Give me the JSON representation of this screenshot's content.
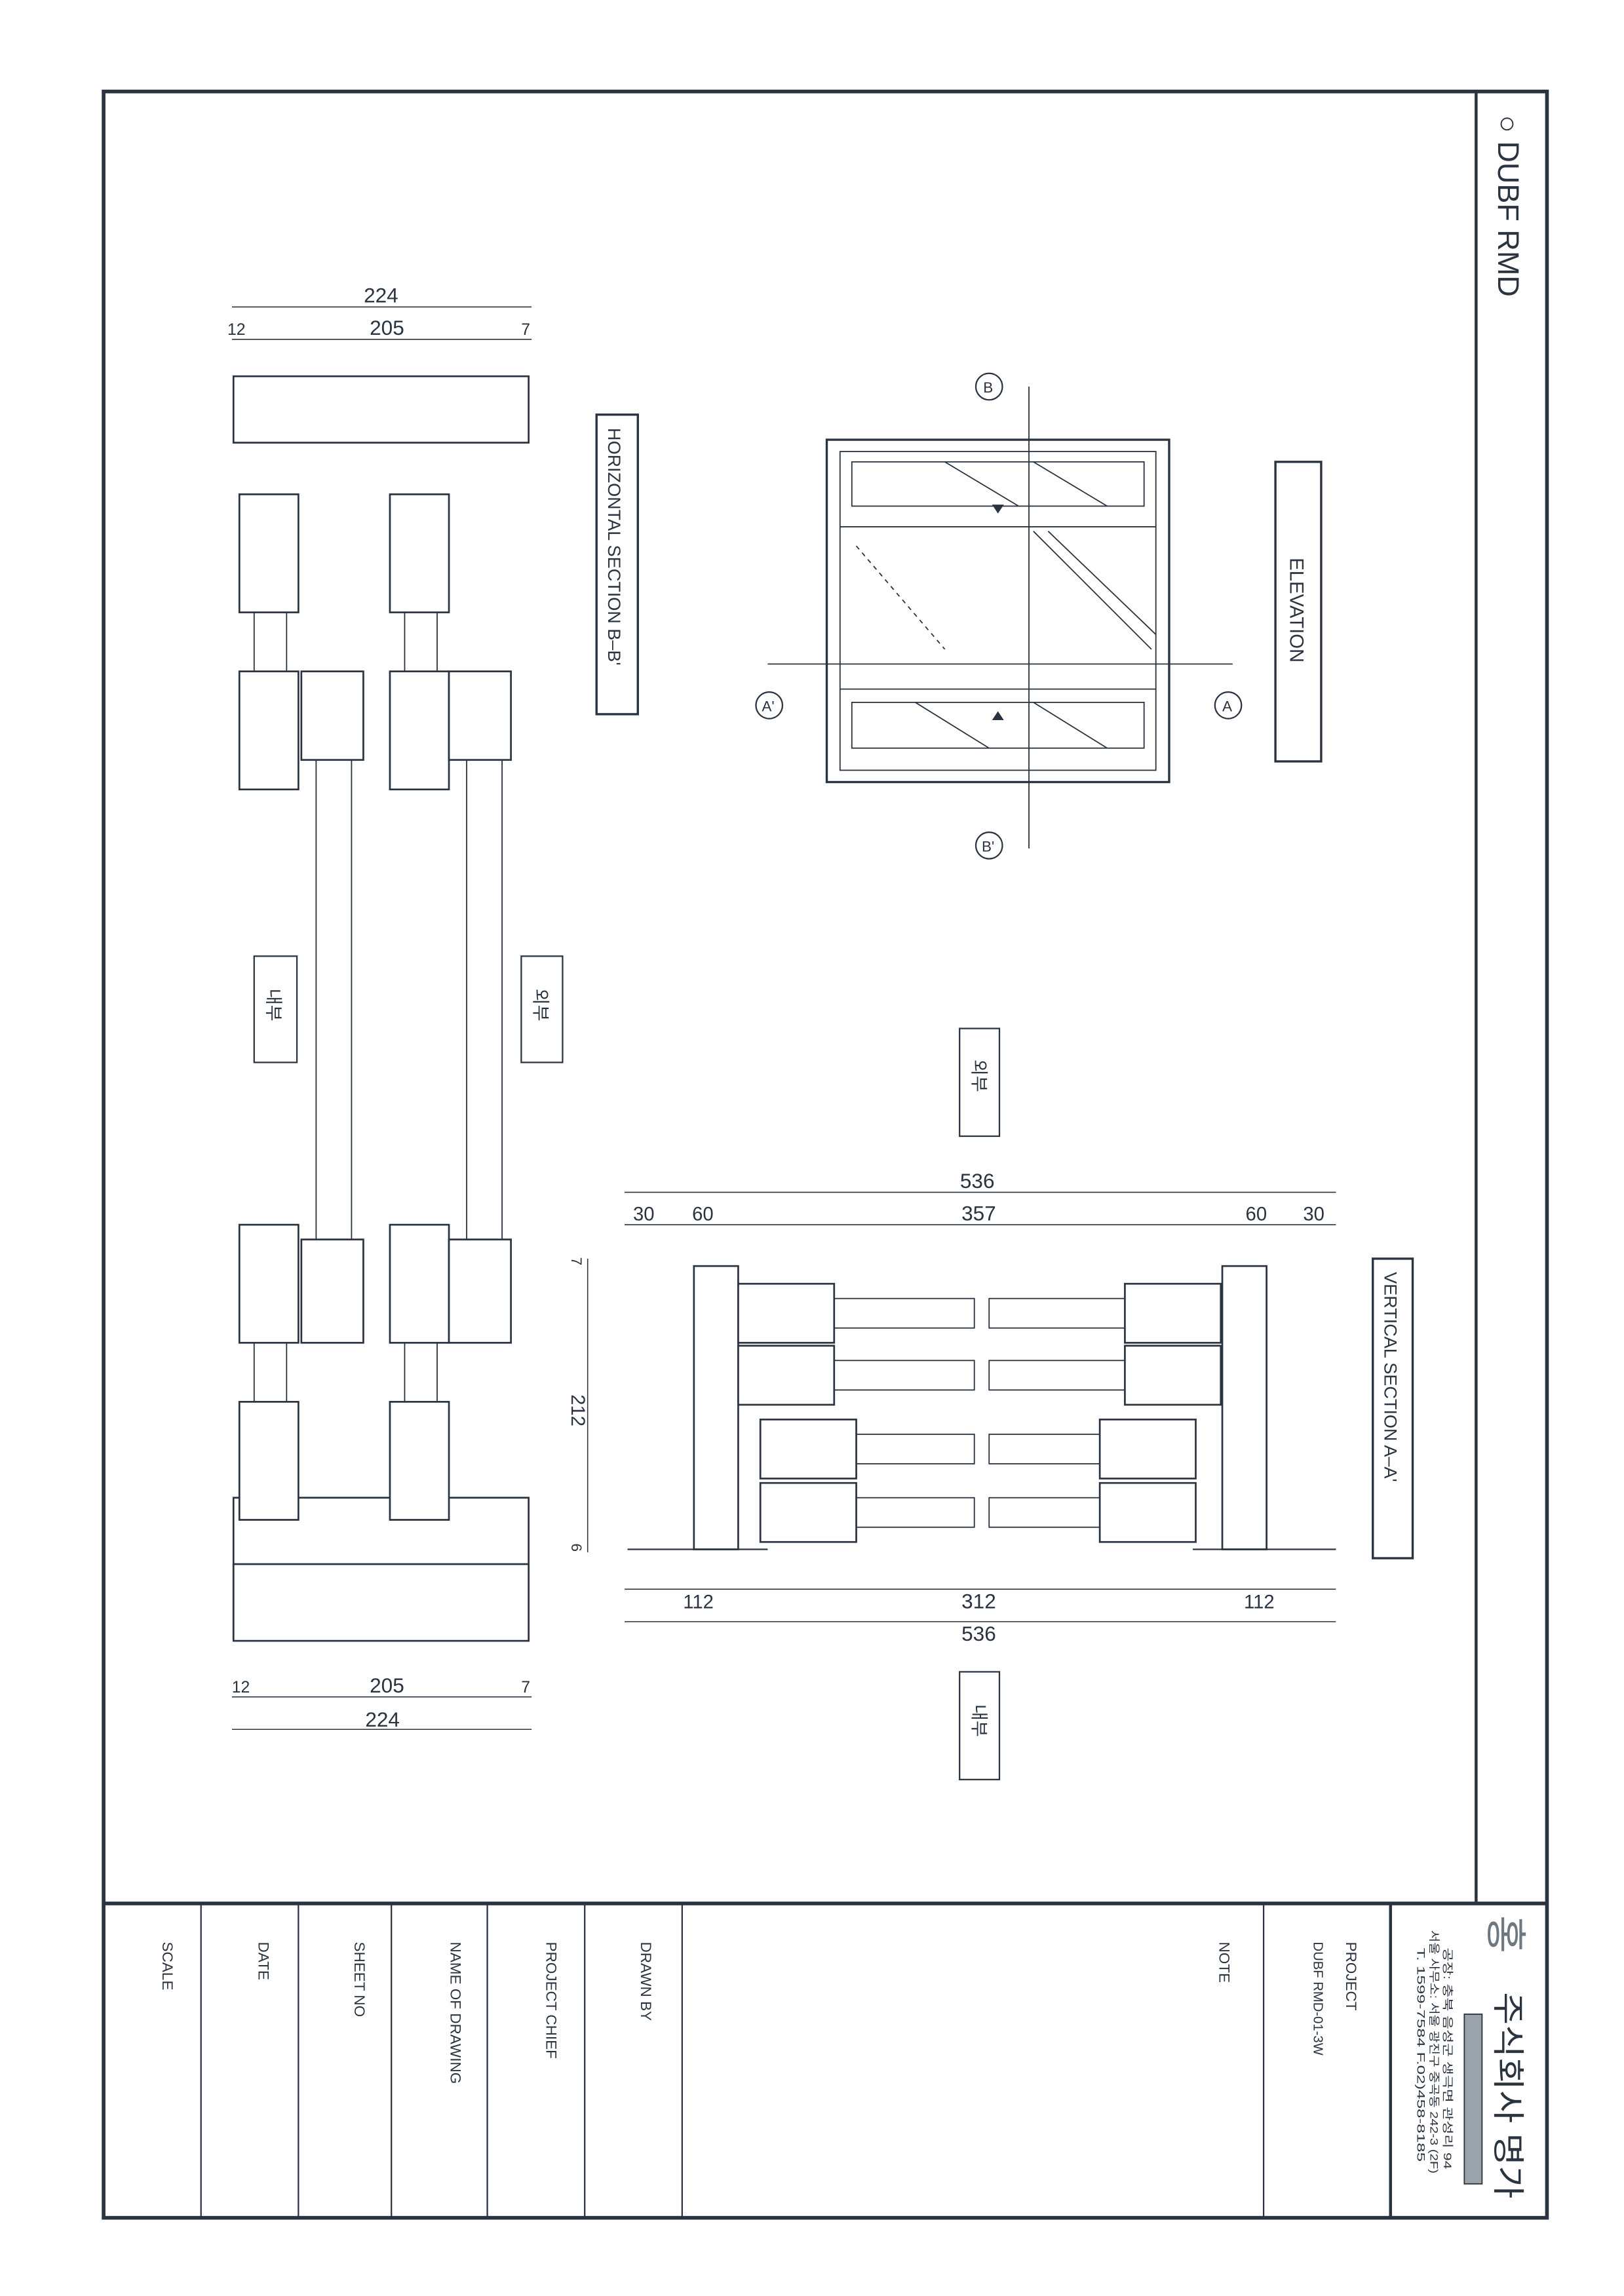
{
  "title": "○ DUBF RMD",
  "elevation": {
    "label": "ELEVATION",
    "markers": {
      "a": "A",
      "a_prime": "A'",
      "b": "B",
      "b_prime": "B'"
    }
  },
  "horizontal_section": {
    "label": "HORIZONTAL SECTION B–B'",
    "dims_top": {
      "total": "224",
      "inner": "205",
      "left": "12",
      "right": "7"
    },
    "dims_bottom": {
      "total": "224",
      "inner": "205",
      "left": "12",
      "right": "7"
    },
    "outside_label": "외부",
    "inside_label": "내부"
  },
  "vertical_section": {
    "label": "VERTICAL SECTION A–A'",
    "dims_top": {
      "total": "536",
      "a": "30",
      "b": "60",
      "mid": "357",
      "c": "60",
      "d": "30"
    },
    "dims_bottom": {
      "left": "112",
      "mid": "312",
      "right": "112",
      "total": "536"
    },
    "dims_side": {
      "total": "212",
      "top": "7",
      "bottom": "6"
    },
    "outside_label": "외부",
    "inside_label": "내부"
  },
  "title_block": {
    "company_name": "주식회사 명가",
    "factory_address": "공장: 충북 음성군 생극면 관성리 94",
    "office_address": "서울 사무소: 서울 광진구 중곡동 242-3 (2F)",
    "phone_fax": "T. 1599-7584   F.02)458-8185",
    "project_label": "PROJECT",
    "project_value": "DUBF RMD-01-3W",
    "note_label": "NOTE",
    "drawn_by_label": "DRAWN BY",
    "project_chief_label": "PROJECT CHIEF",
    "name_of_drawing_label": "NAME OF DRAWING",
    "sheet_no_label": "SHEET NO",
    "date_label": "DATE",
    "scale_label": "SCALE"
  }
}
